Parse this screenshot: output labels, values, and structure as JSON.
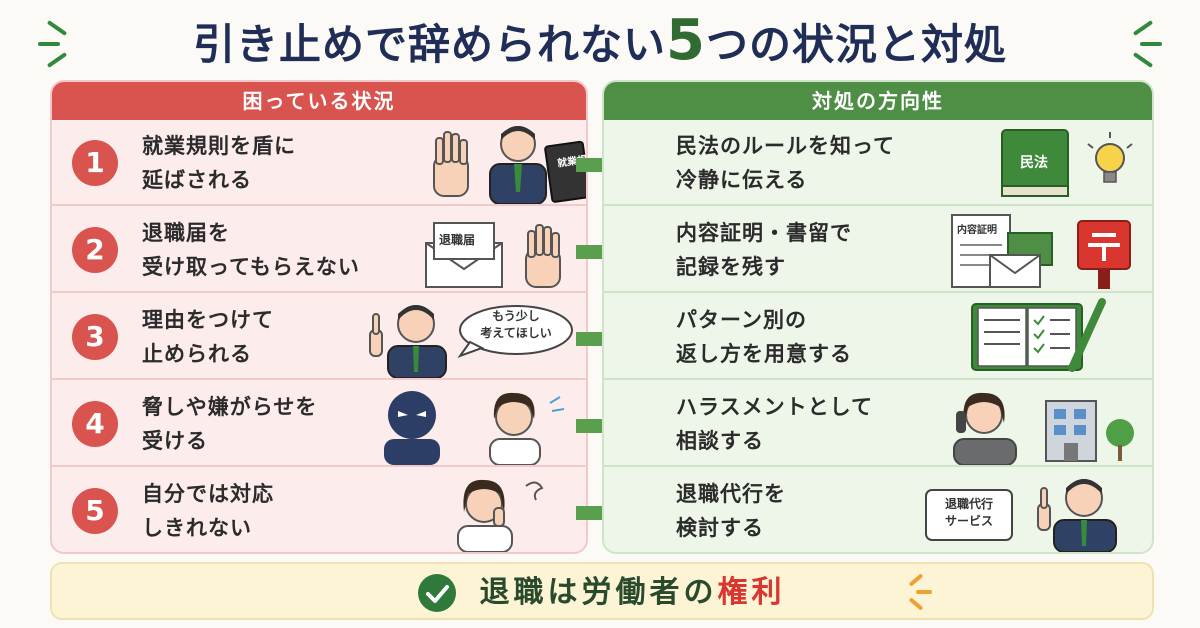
{
  "title": {
    "main": "引き止めで辞められない",
    "number": "5",
    "rest": "つの状況と対処"
  },
  "left_header": "困っている状況",
  "right_header": "対処の方向性",
  "situations": [
    {
      "num": "1",
      "text": "就業規則を盾に\n延ばされる",
      "prop": "就業規則"
    },
    {
      "num": "2",
      "text": "退職届を\n受け取ってもらえない",
      "prop": "退職届"
    },
    {
      "num": "3",
      "text": "理由をつけて\n止められる",
      "prop": "もう少し\n考えてほしい"
    },
    {
      "num": "4",
      "text": "脅しや嫌がらせを\n受ける",
      "prop": ""
    },
    {
      "num": "5",
      "text": "自分では対応\nしきれない",
      "prop": ""
    }
  ],
  "responses": [
    {
      "text": "民法のルールを知って\n冷静に伝える",
      "prop": "民法"
    },
    {
      "text": "内容証明・書留で\n記録を残す",
      "prop": "内容証明"
    },
    {
      "text": "パターン別の\n返し方を用意する",
      "prop": ""
    },
    {
      "text": "ハラスメントとして\n相談する",
      "prop": ""
    },
    {
      "text": "退職代行を\n検討する",
      "prop": "退職代行\nサービス"
    }
  ],
  "banner": {
    "text": "退職は労働者の",
    "accent": "権利"
  },
  "colors": {
    "navy": "#1f2d57",
    "red": "#d9534f",
    "green": "#4e8f45",
    "dark_green": "#2f6b32",
    "accent_red": "#d9362f"
  },
  "icons": [
    "stop-hand-icon",
    "rule-book-icon",
    "envelope-icon",
    "pointing-man-icon",
    "speech-bubble-icon",
    "shadow-man-icon",
    "worried-woman-icon",
    "law-book-icon",
    "lightbulb-icon",
    "certified-letter-icon",
    "postbox-icon",
    "notebook-pen-icon",
    "phone-woman-icon",
    "office-building-icon",
    "agency-man-icon",
    "check-icon"
  ]
}
